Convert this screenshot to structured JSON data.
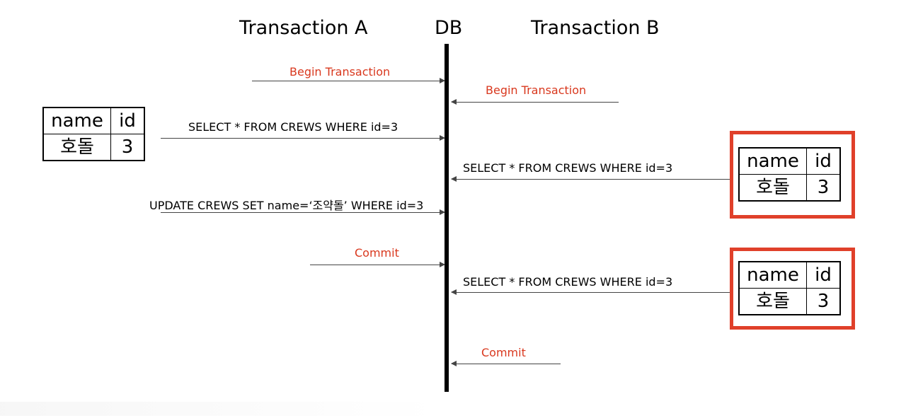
{
  "headers": {
    "transaction_a": "Transaction A",
    "db": "DB",
    "transaction_b": "Transaction B"
  },
  "messages": {
    "a_begin": "Begin Transaction",
    "b_begin": "Begin Transaction",
    "a_select": "SELECT * FROM CREWS WHERE id=3",
    "b_select_1": "SELECT * FROM CREWS WHERE id=3",
    "a_update": "UPDATE CREWS SET name=‘조약돌’ WHERE id=3",
    "a_commit": "Commit",
    "b_select_2": "SELECT * FROM CREWS WHERE id=3",
    "b_commit": "Commit"
  },
  "result_tables": {
    "columns": [
      "name",
      "id"
    ],
    "a_select_result": [
      "호돌",
      "3"
    ],
    "b_select_1_result": [
      "호돌",
      "3"
    ],
    "b_select_2_result": [
      "호돌",
      "3"
    ]
  },
  "colors": {
    "begin_commit_text": "#d9381e",
    "highlight_border": "#e0402a",
    "lifeline": "#000000"
  }
}
